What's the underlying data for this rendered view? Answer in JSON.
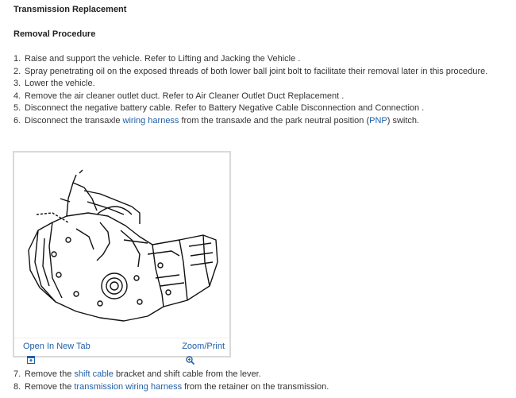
{
  "doc": {
    "title": "Transmission Replacement",
    "section": "Removal Procedure"
  },
  "steps": [
    {
      "num": "1.",
      "pre": "Raise and support the vehicle. Refer to Lifting and Jacking the Vehicle .",
      "link": "",
      "mid": "",
      "link2": "",
      "post": ""
    },
    {
      "num": "2.",
      "pre": "Spray penetrating oil on the exposed threads of both lower ball joint bolt to facilitate their removal later in this procedure.",
      "link": "",
      "mid": "",
      "link2": "",
      "post": ""
    },
    {
      "num": "3.",
      "pre": "Lower the vehicle.",
      "link": "",
      "mid": "",
      "link2": "",
      "post": ""
    },
    {
      "num": "4.",
      "pre": "Remove the air cleaner outlet duct. Refer to Air Cleaner Outlet Duct Replacement .",
      "link": "",
      "mid": "",
      "link2": "",
      "post": ""
    },
    {
      "num": "5.",
      "pre": "Disconnect the negative battery cable. Refer to Battery Negative Cable Disconnection and Connection .",
      "link": "",
      "mid": "",
      "link2": "",
      "post": ""
    },
    {
      "num": "6.",
      "pre": "Disconnect the transaxle ",
      "link": "wiring harness",
      "mid": " from the transaxle and the park neutral position (",
      "link2": "PNP",
      "post": ") switch."
    }
  ],
  "steps_after": [
    {
      "num": "7.",
      "pre": "Remove the ",
      "link": "shift cable",
      "post": " bracket and shift cable from the lever."
    },
    {
      "num": "8.",
      "pre": "Remove the ",
      "link": "transmission wiring harness",
      "post": " from the retainer on the transmission."
    }
  ],
  "figure": {
    "open_label": "Open In New Tab",
    "zoom_label": "Zoom/Print",
    "open_icon": "open-new-tab-icon",
    "zoom_icon": "magnifier-icon"
  },
  "colors": {
    "link": "#1f5fa8",
    "text": "#333333"
  }
}
